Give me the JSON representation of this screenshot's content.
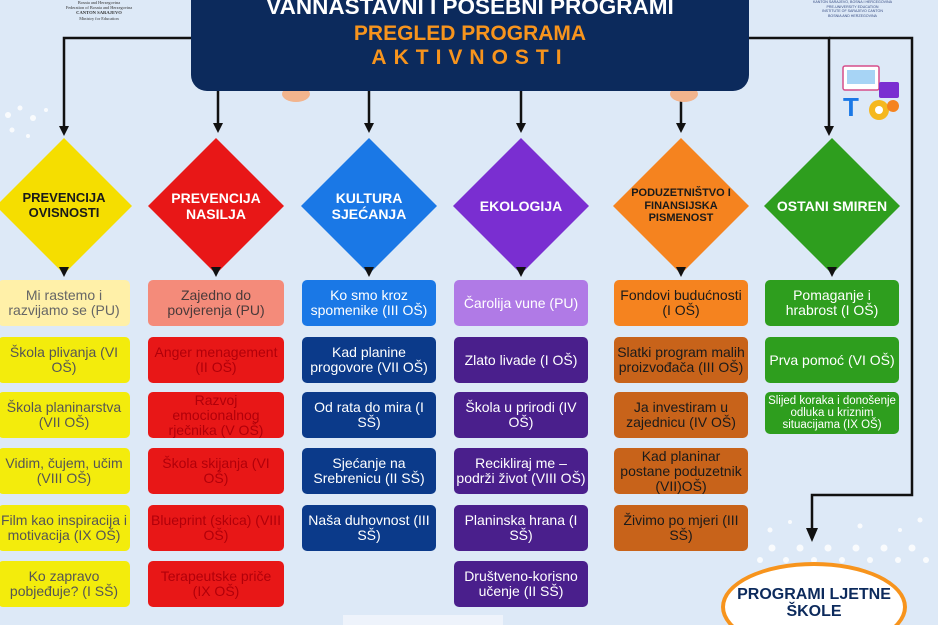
{
  "header_left": {
    "line1": "Bosnia and Herzegovina",
    "line2": "Federation of Bosnia and Herzegovina",
    "line3": "CANTON SARAJEVO",
    "line4": "Ministry for Education"
  },
  "header_right": {
    "line1": "KANTON SARAJEVO, BOSNA I HERCEGOVINA",
    "line2": "PRE-UNIVERSITY EDUCATION",
    "line3": "INSTITUTE OF SARAJEVO CANTON",
    "line4": "BOSNIA AND HERZEGOVINA"
  },
  "title": {
    "line1": "VANNASTAVNI I POSEBNI PROGRAMI",
    "line2": "PREGLED PROGRAMA",
    "line3": "AKTIVNOSTI"
  },
  "categories": [
    {
      "label": "PREVENCIJA OVISNOSTI",
      "color": "#f5de00",
      "text_color": "#1a1a1a",
      "items": [
        "Mi rastemo i razvijamo se (PU)",
        "Škola plivanja (VI OŠ)",
        "Škola planinarstva (VII OŠ)",
        "Vidim, čujem, učim (VIII OŠ)",
        "Film kao inspiracija i motivacija (IX OŠ)",
        "Ko zapravo pobjeđuje? (I SŠ)"
      ]
    },
    {
      "label": "PREVENCIJA NASILJA",
      "color": "#e81717",
      "text_color": "#ffffff",
      "items": [
        "Zajedno do povjerenja (PU)",
        "Anger menagement (II OŠ)",
        "Razvoj emocionalnog rječnika (V OŠ)",
        "Škola skijanja (VI OŠ)",
        "Blueprint (skica) (VIII OŠ)",
        "Terapeutske priče (IX OŠ)"
      ]
    },
    {
      "label": "KULTURA SJEĆANJA",
      "color": "#1a78e6",
      "text_color": "#ffffff",
      "items": [
        "Ko smo kroz spomenike (III OŠ)",
        "Kad planine progovore (VII OŠ)",
        "Od rata do mira (I SŠ)",
        "Sjećanje na Srebrenicu (II SŠ)",
        "Naša duhovnost (III SŠ)"
      ]
    },
    {
      "label": "EKOLOGIJA",
      "color": "#7a2ed1",
      "text_color": "#ffffff",
      "items": [
        "Čarolija vune (PU)",
        "Zlato livade (I OŠ)",
        "Škola u prirodi (IV OŠ)",
        "Recikliraj me – podrži život (VIII OŠ)",
        "Planinska hrana (I SŠ)",
        "Društveno-korisno učenje (II SŠ)"
      ]
    },
    {
      "label": "PODUZETNIŠTVO I FINANSIJSKA PISMENOST",
      "color": "#f5831f",
      "text_color": "#1a1a1a",
      "items": [
        "Fondovi budućnosti (I OŠ)",
        "Slatki program malih proizvođača (III OŠ)",
        "Ja investiram u zajednicu (IV OŠ)",
        "Kad planinar postane poduzetnik (VII)OŠ)",
        "Živimo po mjeri (III SŠ)"
      ]
    },
    {
      "label": "OSTANI SMIREN",
      "color": "#2e9e1e",
      "text_color": "#ffffff",
      "items": [
        "Pomaganje i hrabrost (I OŠ)",
        "Prva pomoć (VI OŠ)",
        "Slijed koraka i donošenje odluka u kriznim situacijama (IX OŠ)"
      ]
    }
  ],
  "summer_school": "PROGRAMI LJETNE ŠKOLE"
}
